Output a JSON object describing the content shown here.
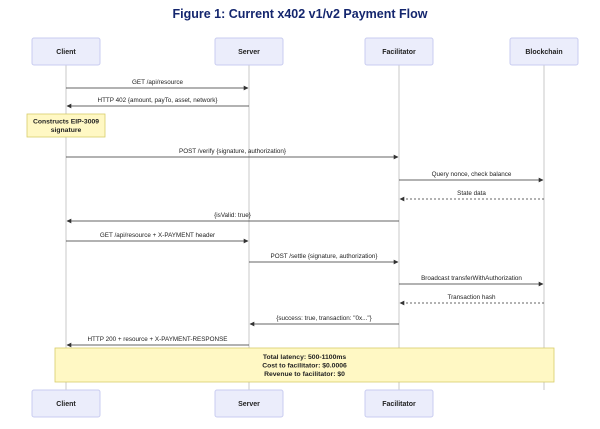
{
  "title": "Figure 1: Current x402 v1/v2 Payment Flow",
  "participants": [
    {
      "id": "client",
      "label": "Client"
    },
    {
      "id": "server",
      "label": "Server"
    },
    {
      "id": "facilitator",
      "label": "Facilitator"
    },
    {
      "id": "blockchain",
      "label": "Blockchain"
    }
  ],
  "bottom_participants": [
    {
      "id": "client",
      "label": "Client"
    },
    {
      "id": "server",
      "label": "Server"
    },
    {
      "id": "facilitator",
      "label": "Facilitator"
    }
  ],
  "messages": [
    {
      "from": "client",
      "to": "server",
      "label": "GET /api/resource",
      "style": "solid"
    },
    {
      "from": "server",
      "to": "client",
      "label": "HTTP 402 {amount, payTo, asset, network}",
      "style": "solid"
    },
    {
      "from": "client",
      "to": "facilitator",
      "label": "POST /verify {signature, authorization}",
      "style": "solid"
    },
    {
      "from": "facilitator",
      "to": "blockchain",
      "label": "Query nonce, check balance",
      "style": "solid"
    },
    {
      "from": "blockchain",
      "to": "facilitator",
      "label": "State data",
      "style": "dashed"
    },
    {
      "from": "facilitator",
      "to": "client",
      "label": "{isValid: true}",
      "style": "solid"
    },
    {
      "from": "client",
      "to": "server",
      "label": "GET /api/resource + X-PAYMENT header",
      "style": "solid"
    },
    {
      "from": "server",
      "to": "facilitator",
      "label": "POST /settle {signature, authorization}",
      "style": "solid"
    },
    {
      "from": "facilitator",
      "to": "blockchain",
      "label": "Broadcast transferWithAuthorization",
      "style": "solid"
    },
    {
      "from": "blockchain",
      "to": "facilitator",
      "label": "Transaction hash",
      "style": "dashed"
    },
    {
      "from": "facilitator",
      "to": "server",
      "label": "{success: true, transaction: \"0x...\"}",
      "style": "solid"
    },
    {
      "from": "server",
      "to": "client",
      "label": "HTTP 200 + resource + X-PAYMENT-RESPONSE",
      "style": "solid"
    }
  ],
  "note_client": {
    "lines": [
      "Constructs EIP-3009",
      "signature"
    ]
  },
  "note_summary": {
    "lines": [
      "Total latency: 500-1100ms",
      "Cost to facilitator: $0.0006",
      "Revenue to facilitator: $0"
    ]
  },
  "colors": {
    "title": "#14266e",
    "actor_fill": "#ebedfb",
    "note_fill": "#fff8c4"
  }
}
